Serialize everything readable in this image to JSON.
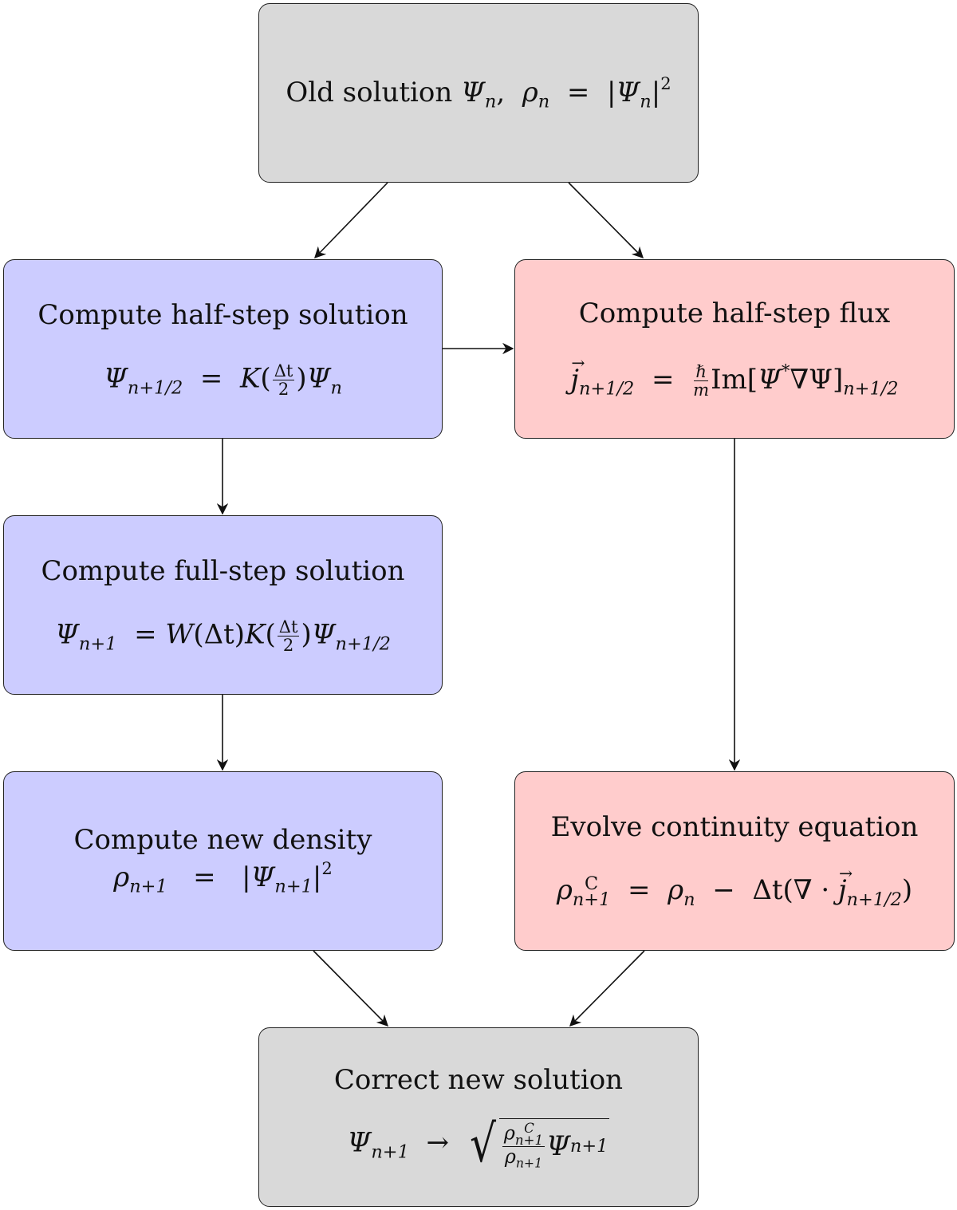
{
  "diagram": {
    "title": "Split-step wavefunction update with continuity-equation correction",
    "colors": {
      "gray": "#d9d9d9",
      "blue": "#ccccff",
      "pink": "#ffcccc",
      "stroke": "#222222"
    },
    "nodes": {
      "old_solution": {
        "title": "Old solution",
        "psi": "Ψ",
        "sub_n": "n",
        "sep": ",",
        "rho": "ρ",
        "eq": "=",
        "bar": "|",
        "pow": "2"
      },
      "half_step_solution": {
        "title": "Compute half-step solution",
        "lhs": "Ψ",
        "lhs_sub": "n+1/2",
        "eq": "=",
        "op": "K",
        "frac_num": "Δt",
        "frac_den": "2",
        "lparen": "(",
        "rparen": ")",
        "rhs": "Ψ",
        "rhs_sub": "n"
      },
      "half_step_flux": {
        "title": "Compute half-step flux",
        "lhs": "j",
        "lhs_sub": "n+1/2",
        "eq": "=",
        "frac_num": "ℏ",
        "frac_den": "m",
        "im": "Im",
        "bracket_open": "[",
        "psi_star": "Ψ",
        "star": "*",
        "nabla_psi": "∇Ψ",
        "bracket_close": "]",
        "rhs_sub": "n+1/2"
      },
      "full_step_solution": {
        "title": "Compute full-step solution",
        "lhs": "Ψ",
        "lhs_sub": "n+1",
        "eq": "=",
        "op_w": "W",
        "w_arg": "(Δt)",
        "op_k": "K",
        "frac_num": "Δt",
        "frac_den": "2",
        "lparen": "(",
        "rparen": ")",
        "rhs": "Ψ",
        "rhs_sub": "n+1/2"
      },
      "new_density": {
        "title": "Compute new density",
        "lhs": "ρ",
        "lhs_sub": "n+1",
        "eq": "=",
        "bar": "|",
        "psi": "Ψ",
        "psi_sub": "n+1",
        "pow": "2"
      },
      "continuity": {
        "title": "Evolve continuity equation",
        "lhs": "ρ",
        "lhs_sup": "C",
        "lhs_sub": "n+1",
        "eq": "=",
        "rho": "ρ",
        "rho_sub": "n",
        "minus": "−",
        "dt": "Δt",
        "lparen": "(",
        "nabla": "∇",
        "dot": "·",
        "j": "j",
        "j_sub": "n+1/2",
        "rparen": ")"
      },
      "correct_solution": {
        "title": "Correct new solution",
        "lhs": "Ψ",
        "lhs_sub": "n+1",
        "arrow": "→",
        "radical": "√",
        "num": "ρ",
        "num_sup": "C",
        "num_sub": "n+1",
        "den": "ρ",
        "den_sub": "n+1",
        "rhs": "Ψ",
        "rhs_sub": "n+1"
      }
    },
    "edges": [
      {
        "from": "old_solution",
        "to": "half_step_solution"
      },
      {
        "from": "old_solution",
        "to": "half_step_flux"
      },
      {
        "from": "half_step_solution",
        "to": "half_step_flux"
      },
      {
        "from": "half_step_solution",
        "to": "full_step_solution"
      },
      {
        "from": "full_step_solution",
        "to": "new_density"
      },
      {
        "from": "half_step_flux",
        "to": "continuity"
      },
      {
        "from": "new_density",
        "to": "correct_solution"
      },
      {
        "from": "continuity",
        "to": "correct_solution"
      }
    ]
  }
}
